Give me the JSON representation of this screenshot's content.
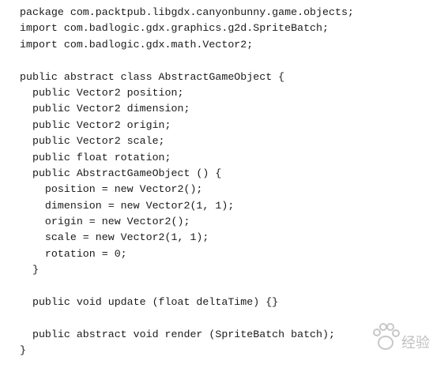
{
  "code_lines": [
    "package com.packtpub.libgdx.canyonbunny.game.objects;",
    "import com.badlogic.gdx.graphics.g2d.SpriteBatch;",
    "import com.badlogic.gdx.math.Vector2;",
    "",
    "public abstract class AbstractGameObject {",
    "  public Vector2 position;",
    "  public Vector2 dimension;",
    "  public Vector2 origin;",
    "  public Vector2 scale;",
    "  public float rotation;",
    "  public AbstractGameObject () {",
    "    position = new Vector2();",
    "    dimension = new Vector2(1, 1);",
    "    origin = new Vector2();",
    "    scale = new Vector2(1, 1);",
    "    rotation = 0;",
    "  }",
    "",
    "  public void update (float deltaTime) {}",
    "",
    "  public abstract void render (SpriteBatch batch);",
    "}"
  ],
  "watermark": {
    "icon": "paw-icon",
    "text": "经验"
  }
}
